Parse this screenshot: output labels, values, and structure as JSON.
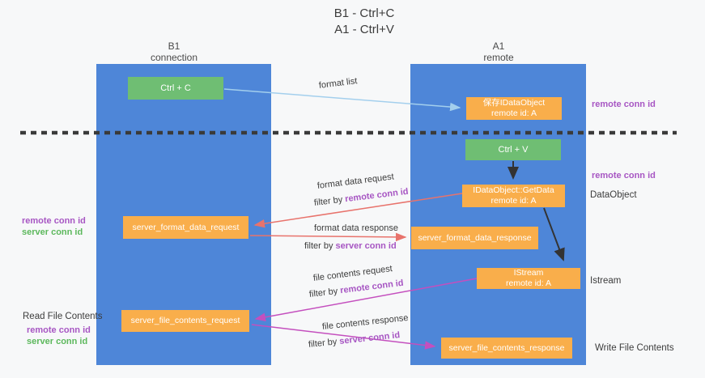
{
  "title": {
    "line1": "B1 - Ctrl+C",
    "line2": "A1 - Ctrl+V"
  },
  "columns": {
    "left": {
      "name": "B1",
      "subtitle": "connection"
    },
    "right": {
      "name": "A1",
      "subtitle": "remote"
    }
  },
  "nodes": {
    "ctrl_c": "Ctrl + C",
    "ctrl_v": "Ctrl + V",
    "save_idataobject": {
      "line1": "保存IDataObject",
      "line2": "remote id: A"
    },
    "getdata": {
      "line1": "IDataObject::GetData",
      "line2": "remote id: A"
    },
    "istream": {
      "line1": "IStream",
      "line2": "remote id: A"
    },
    "server_format_data_request": "server_format_data_request",
    "server_format_data_response": "server_format_data_response",
    "server_file_contents_request": "server_file_contents_request",
    "server_file_contents_response": "server_file_contents_response"
  },
  "arrow_labels": {
    "format_list": "format list",
    "format_data_request": "format data request",
    "format_data_response": "format data response",
    "file_contents_request": "file contents request",
    "file_contents_response": "file contents response",
    "filter_by": "filter by ",
    "remote_conn_id": "remote conn id",
    "server_conn_id": "server conn id"
  },
  "side_labels": {
    "remote_conn_id_top_right": "remote conn id",
    "remote_conn_id_mid_right": "remote conn id",
    "dataobject": "DataObject",
    "istream": "Istream",
    "write_file_contents": "Write File Contents",
    "read_file_contents": "Read File Contents",
    "remote_conn_id_left_mid": "remote conn id",
    "server_conn_id_left_mid": "server conn id",
    "remote_conn_id_left_bottom": "remote conn id",
    "server_conn_id_left_bottom": "server conn id"
  },
  "colors": {
    "background": "#f7f8f9",
    "column_blue": "#4e86d8",
    "box_green": "#6fbe73",
    "box_orange": "#f9ae4b",
    "purple": "#a756c3",
    "green_text": "#5cb85c",
    "arrow_salmon": "#e8736c",
    "arrow_magenta": "#c44fbe",
    "arrow_lightblue": "#a3cfed",
    "arrow_black": "#333333",
    "dashed_line": "#3a3a3a",
    "text_dark": "#3c3c3c"
  }
}
